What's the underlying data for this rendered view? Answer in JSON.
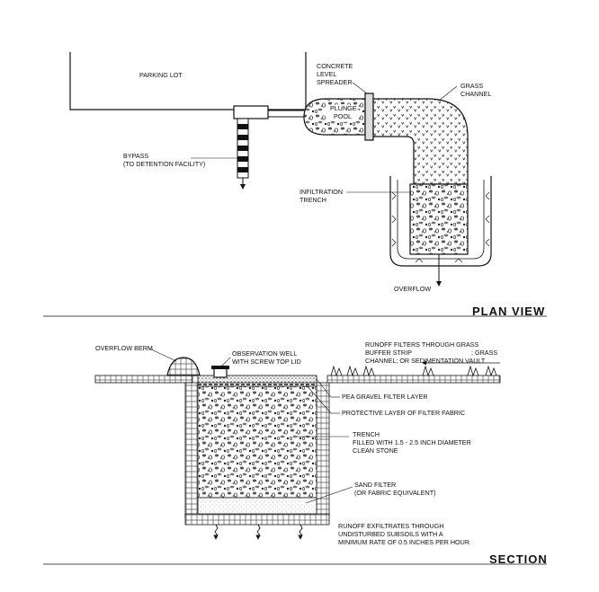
{
  "plan": {
    "title": "PLAN VIEW",
    "parking_lot": "PARKING LOT",
    "spreader": [
      "CONCRETE",
      "LEVEL",
      "SPREADER"
    ],
    "plunge_pool": [
      "PLUNGE",
      "POOL"
    ],
    "grass_channel": [
      "GRASS",
      "CHANNEL"
    ],
    "bypass": [
      "BYPASS",
      "(TO DETENTION FACILITY)"
    ],
    "infiltration_trench": [
      "INFILTRATION",
      "TRENCH"
    ],
    "overflow": "OVERFLOW"
  },
  "section": {
    "title": "SECTION",
    "overflow_berm": "OVERFLOW BERM",
    "observation_well": [
      "OBSERVATION WELL",
      "WITH SCREW TOP LID"
    ],
    "runoff_filters": [
      "RUNOFF FILTERS THROUGH GRASS",
      "BUFFER STRIP",
      "; GRASS",
      "CHANNEL; OR SEDIMENTATION VAULT"
    ],
    "pea_gravel": "PEA GRAVEL FILTER LAYER",
    "filter_fabric": "PROTECTIVE LAYER OF FILTER FABRIC",
    "trench": [
      "TRENCH",
      "FILLED WITH 1.5 - 2.5 INCH DIAMETER",
      "CLEAN STONE"
    ],
    "sand_filter": [
      "SAND FILTER",
      "(OR FABRIC EQUIVALENT)"
    ],
    "exfiltration": [
      "RUNOFF EXFILTRATES THROUGH",
      "UNDISTURBED SUBSOILS WITH A",
      "MINIMUM RATE OF 0.5 INCHES PER HOUR"
    ]
  }
}
